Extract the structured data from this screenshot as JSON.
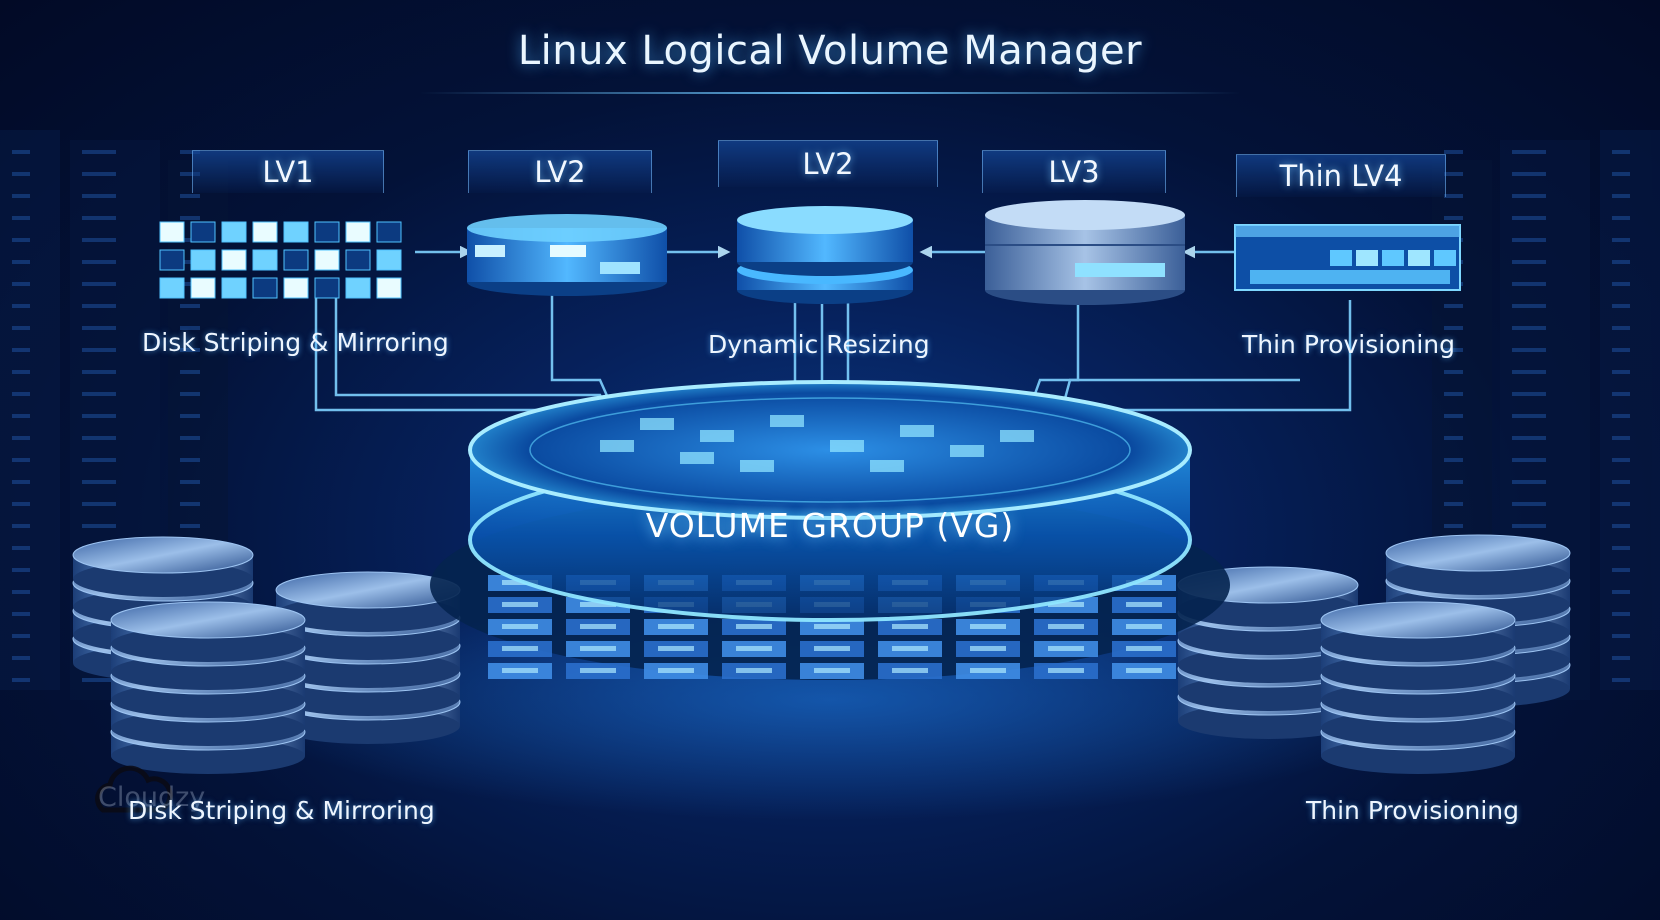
{
  "title": "Linux Logical Volume Manager",
  "logical_volumes": [
    {
      "label": "LV1"
    },
    {
      "label": "LV2"
    },
    {
      "label": "LV2"
    },
    {
      "label": "LV3"
    },
    {
      "label": "Thin LV4"
    }
  ],
  "captions": {
    "striping_top": "Disk Striping & Mirroring",
    "resizing": "Dynamic Resizing",
    "thin_top": "Thin Provisioning",
    "striping_bottom": "Disk Striping & Mirroring",
    "thin_bottom": "Thin Provisioning"
  },
  "volume_group": "VOLUME GROUP (VG)",
  "watermark": "Cloudzy",
  "colors": {
    "background": "#020a26",
    "glow": "#36c6ff",
    "accent": "#5fd4ff",
    "disk": "#4a76b8"
  }
}
